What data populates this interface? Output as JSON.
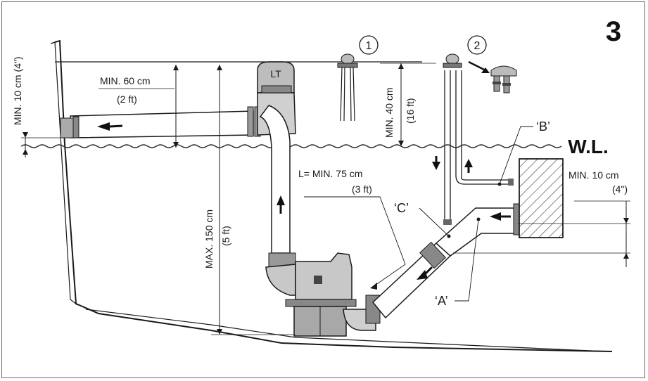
{
  "figure_number": "3",
  "water_line_label": "W.L.",
  "callouts": {
    "one": "1",
    "two": "2"
  },
  "labels": {
    "min10_vertical": "MIN. 10 cm (4\")",
    "min60_cm": "MIN. 60 cm",
    "min60_ft": "(2 ft)",
    "min40_cm": "MIN. 40 cm",
    "min40_ft": "(16 ft)",
    "length_cm": "L= MIN. 75 cm",
    "length_ft": "(3 ft)",
    "max150_cm": "MAX. 150 cm",
    "max150_ft": "(5 ft)",
    "min10_right_cm": "MIN. 10 cm",
    "min10_right_in": "(4\")",
    "point_a": "‘A’",
    "point_b": "‘B’",
    "point_c": "‘C’",
    "lt": "LT"
  },
  "colors": {
    "line": "#1a1a1a",
    "fill_gray": "#c8c8c8",
    "dark_gray": "#7a7a7a",
    "water": "#333333"
  }
}
